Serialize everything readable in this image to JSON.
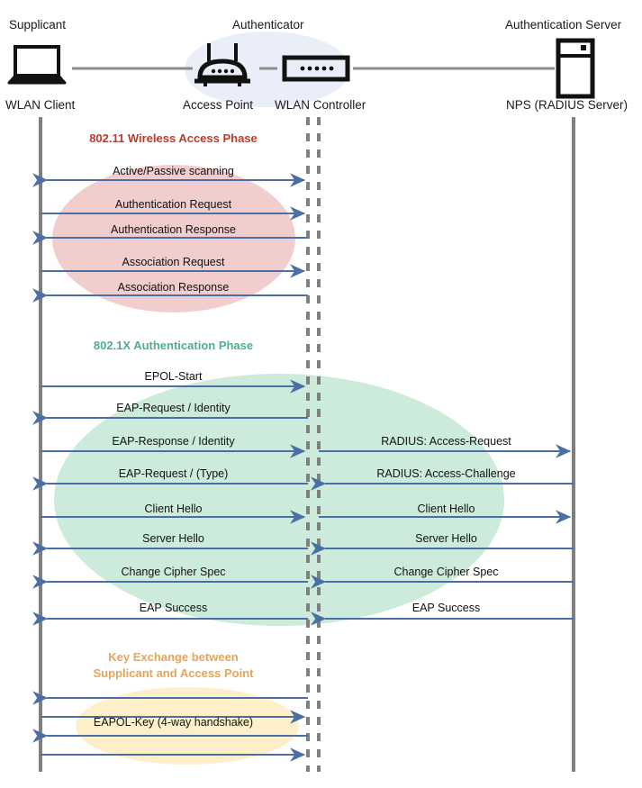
{
  "diagram": {
    "title": "802.1X WLAN authentication sequence",
    "colors": {
      "lifeline": "#7f7f7f",
      "arrow": "#4a6fa5",
      "phase_red": "#C0392B",
      "phase_green": "#4CB185",
      "phase_orange": "#E9A356",
      "ellipse_red": "#F2CDCD",
      "ellipse_green": "#CCEBDB",
      "ellipse_yellow": "#FCEFC9",
      "authenticator_blob": "#E8EDF7",
      "link": "#8c8c8c"
    }
  },
  "actors": [
    {
      "role": "Supplicant",
      "name": "WLAN Client",
      "icon": "laptop-icon"
    },
    {
      "role": "Authenticator",
      "name": "Access Point",
      "icon": "access-point-icon"
    },
    {
      "role": "",
      "name": "WLAN Controller",
      "icon": "wlan-controller-icon"
    },
    {
      "role": "Authentication Server",
      "name": "NPS (RADIUS Server)",
      "icon": "server-icon"
    }
  ],
  "phases": [
    {
      "id": "wireless-access",
      "title": "802.11 Wireless Access Phase",
      "messages_left": [
        {
          "label": "Active/Passive scanning",
          "direction": "both"
        },
        {
          "label": "Authentication Request",
          "direction": "right"
        },
        {
          "label": "Authentication Response",
          "direction": "left"
        },
        {
          "label": "Association Request",
          "direction": "right"
        },
        {
          "label": "Association Response",
          "direction": "left"
        }
      ],
      "messages_right": []
    },
    {
      "id": "dot1x-auth",
      "title": "802.1X Authentication Phase",
      "messages_left": [
        {
          "label": "EPOL-Start",
          "direction": "right"
        },
        {
          "label": "EAP-Request / Identity",
          "direction": "left"
        },
        {
          "label": "EAP-Response / Identity",
          "direction": "right"
        },
        {
          "label": "EAP-Request / (Type)",
          "direction": "left"
        },
        {
          "label": "Client Hello",
          "direction": "right"
        },
        {
          "label": "Server Hello",
          "direction": "left"
        },
        {
          "label": "Change Cipher Spec",
          "direction": "left"
        },
        {
          "label": "EAP Success",
          "direction": "left"
        }
      ],
      "messages_right": [
        {
          "label": "RADIUS: Access-Request",
          "direction": "right"
        },
        {
          "label": "RADIUS: Access-Challenge",
          "direction": "left"
        },
        {
          "label": "Client Hello",
          "direction": "right"
        },
        {
          "label": "Server Hello",
          "direction": "left"
        },
        {
          "label": "Change Cipher Spec",
          "direction": "left"
        },
        {
          "label": "EAP Success",
          "direction": "left"
        }
      ]
    },
    {
      "id": "key-exchange",
      "title_line1": "Key Exchange between",
      "title_line2": "Supplicant and Access Point",
      "messages_left": [
        {
          "label": "",
          "direction": "left"
        },
        {
          "label": "",
          "direction": "right"
        },
        {
          "label": "EAPOL-Key (4-way handshake)",
          "direction": "left"
        },
        {
          "label": "",
          "direction": "right"
        }
      ],
      "messages_right": []
    }
  ]
}
